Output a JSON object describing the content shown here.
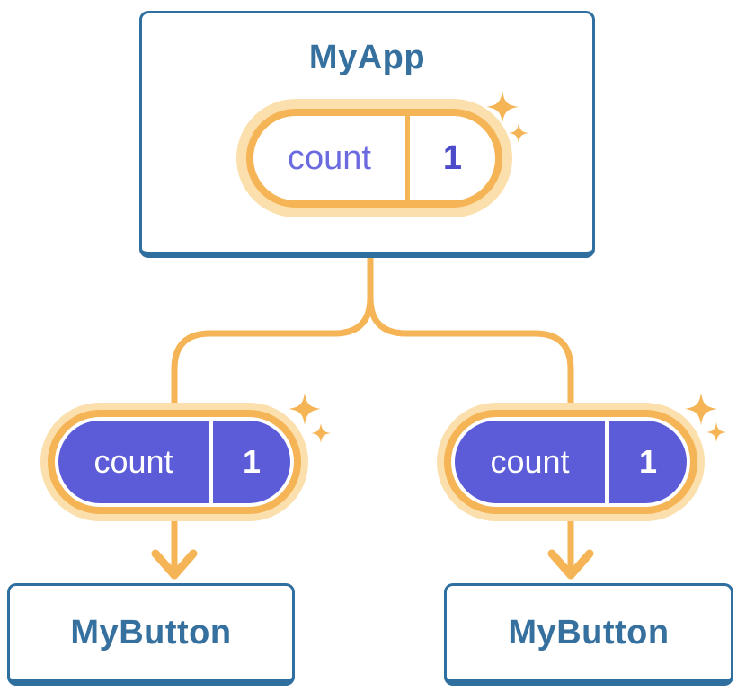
{
  "diagram": {
    "description": "Component tree showing shared state passed from parent to children",
    "background": "#FFFFFF",
    "colors": {
      "card_border_blue": "#2F6F9F",
      "heading_blue": "#35709E",
      "accent_orange": "#F5B455",
      "halo_orange": "#FBDFAC",
      "state_label_indigo": "#6B6BDF",
      "state_value_indigo": "#4A4ACB",
      "state_fill_purple": "#5C5CD9",
      "pill_text_white": "#FFFFFF"
    },
    "icons": {
      "sparkle": "sparkle-icon",
      "arrow": "down-arrow-icon"
    },
    "tree": {
      "parent": {
        "title": "MyApp",
        "state_pill": {
          "label": "count",
          "value": "1",
          "style": "outline"
        }
      },
      "children": [
        {
          "title": "MyButton",
          "state_pill": {
            "label": "count",
            "value": "1",
            "style": "filled"
          }
        },
        {
          "title": "MyButton",
          "state_pill": {
            "label": "count",
            "value": "1",
            "style": "filled"
          }
        }
      ]
    }
  }
}
